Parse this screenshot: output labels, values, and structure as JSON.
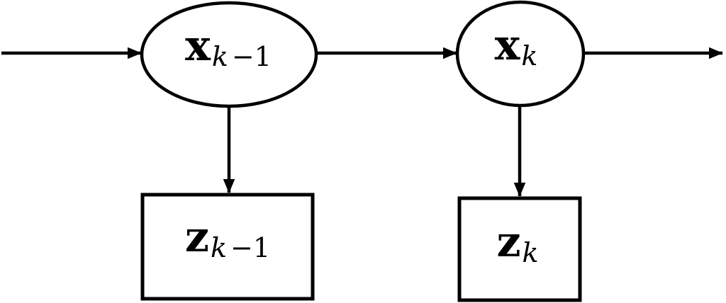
{
  "figure": {
    "background_color": "#ffffff",
    "line_color": "#000000",
    "text_color": "#000000",
    "nodes": {
      "state_prev": {
        "shape": "ellipse",
        "base": "x",
        "sub": "k",
        "sub_tail": "−1"
      },
      "state_curr": {
        "shape": "ellipse",
        "base": "x",
        "sub": "k",
        "sub_tail": ""
      },
      "meas_prev": {
        "shape": "rectangle",
        "base": "z",
        "sub": "k",
        "sub_tail": "−1"
      },
      "meas_curr": {
        "shape": "rectangle",
        "base": "z",
        "sub": "k",
        "sub_tail": ""
      }
    },
    "edges": [
      {
        "from": "input",
        "to": "state_prev",
        "direction": "right"
      },
      {
        "from": "state_prev",
        "to": "state_curr",
        "direction": "right"
      },
      {
        "from": "state_curr",
        "to": "output",
        "direction": "right"
      },
      {
        "from": "state_prev",
        "to": "meas_prev",
        "direction": "down"
      },
      {
        "from": "state_curr",
        "to": "meas_curr",
        "direction": "down"
      }
    ]
  }
}
